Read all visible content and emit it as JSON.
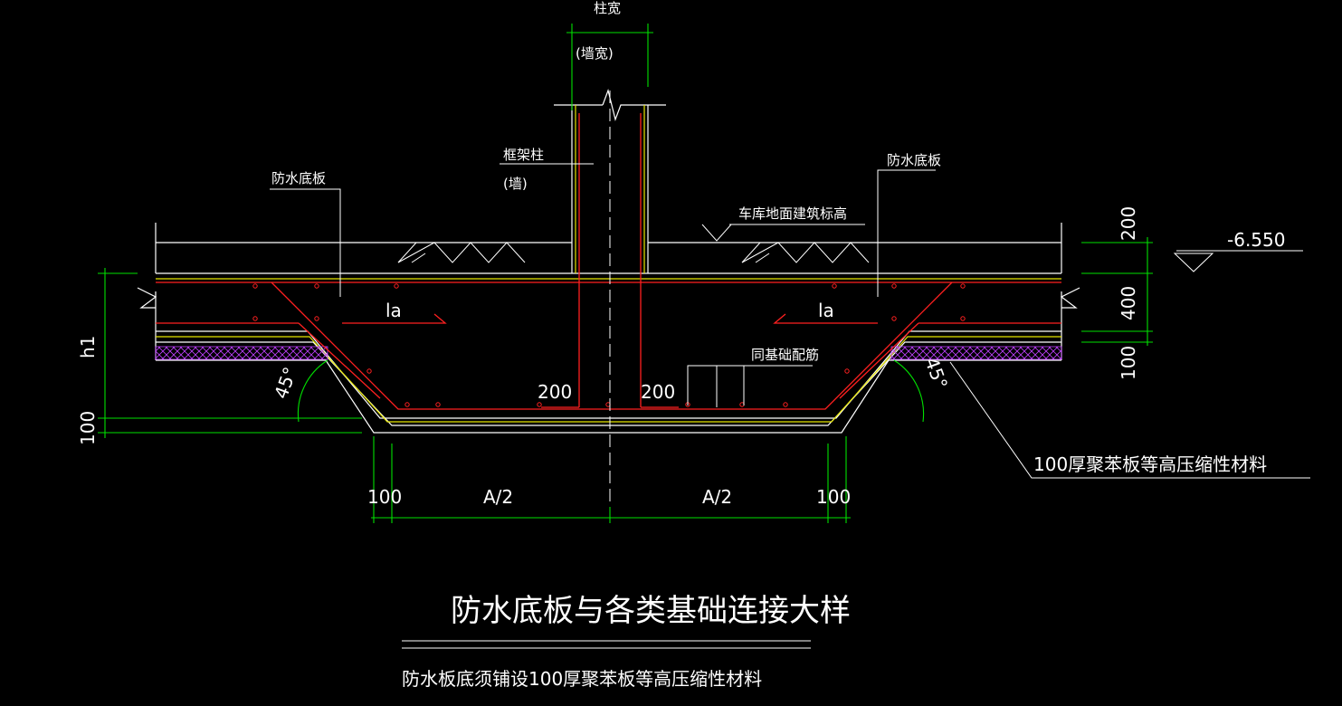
{
  "labels": {
    "column_width": "柱宽",
    "wall_width": "(墙宽)",
    "frame_column": "框架柱",
    "wall": "(墙)",
    "waterproof_slab_left": "防水底板",
    "waterproof_slab_right": "防水底板",
    "garage_floor_elevation": "车库地面建筑标高",
    "elevation_value": "-6.550",
    "same_reinforcement": "同基础配筋",
    "la_left": "la",
    "la_right": "la",
    "angle_left": "45°",
    "angle_right": "45°",
    "h1": "h1",
    "compressible_material": "100厚聚苯板等高压缩性材料"
  },
  "dimensions": {
    "d200_top": "200",
    "d400": "400",
    "d100_right": "100",
    "d100_left": "100",
    "d200_left": "200",
    "d200_right": "200",
    "d100_bottom_left": "100",
    "half_a_left": "A/2",
    "half_a_right": "A/2",
    "d100_bottom_right": "100"
  },
  "title": "防水底板与各类基础连接大样",
  "note": "防水板底须铺设100厚聚苯板等高压缩性材料",
  "colors": {
    "background": "#000000",
    "line": "#ffffff",
    "rebar": "#ff2020",
    "dimension": "#00e000",
    "slab_face": "#e6e600",
    "insulation": "#c040ff"
  }
}
